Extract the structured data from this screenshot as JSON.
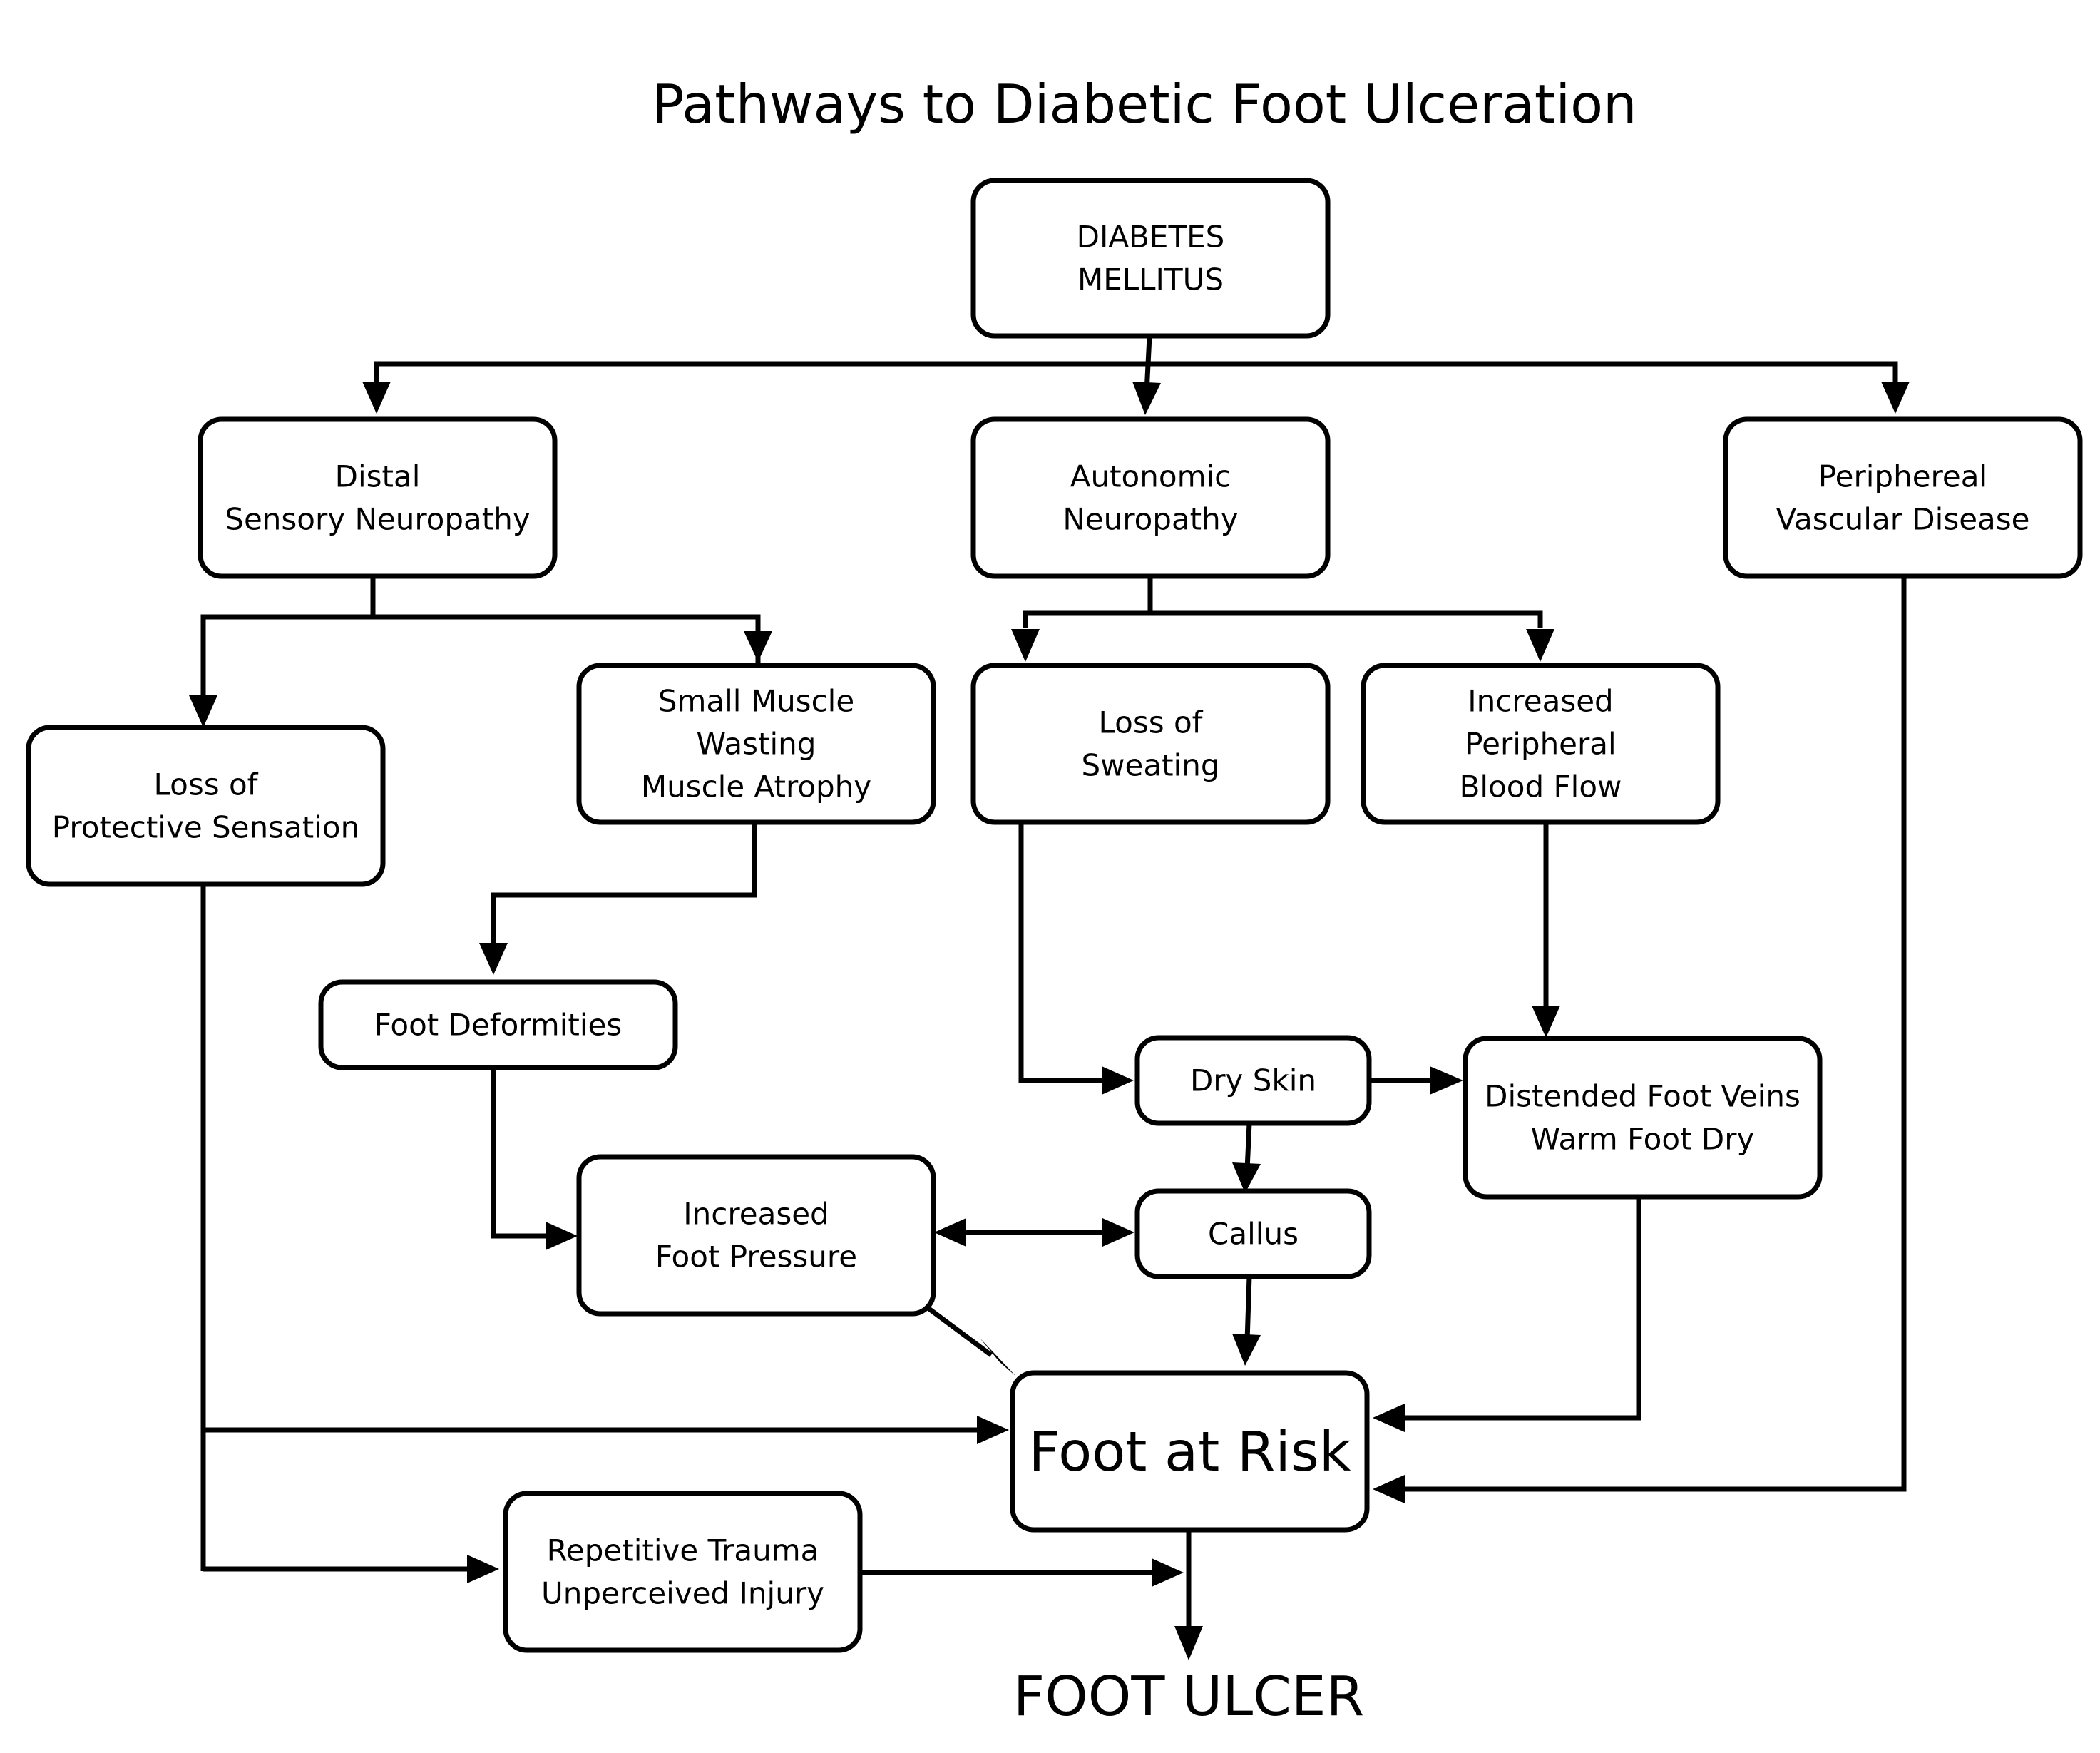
{
  "title": "Pathways to Diabetic Foot Ulceration",
  "nodes": {
    "diabetes": {
      "lines": [
        "DIABETES",
        "MELLITUS"
      ]
    },
    "distal": {
      "lines": [
        "Distal",
        "Sensory Neuropathy"
      ]
    },
    "autonomic": {
      "lines": [
        "Autonomic",
        "Neuropathy"
      ]
    },
    "vascular": {
      "lines": [
        "Periphereal",
        "Vascular Disease"
      ]
    },
    "loss_sensation": {
      "lines": [
        "Loss of",
        "Protective Sensation"
      ]
    },
    "muscle": {
      "lines": [
        "Small Muscle",
        "Wasting",
        "Muscle Atrophy"
      ]
    },
    "sweating": {
      "lines": [
        "Loss of",
        "Sweating"
      ]
    },
    "blood_flow": {
      "lines": [
        "Increased",
        "Peripheral",
        "Blood Flow"
      ]
    },
    "deformities": {
      "lines": [
        "Foot Deformities"
      ]
    },
    "dry_skin": {
      "lines": [
        "Dry Skin"
      ]
    },
    "distended": {
      "lines": [
        "Distended Foot Veins",
        "Warm Foot Dry"
      ]
    },
    "pressure": {
      "lines": [
        "Increased",
        "Foot Pressure"
      ]
    },
    "callus": {
      "lines": [
        "Callus"
      ]
    },
    "at_risk": {
      "lines": [
        "Foot at Risk"
      ]
    },
    "trauma": {
      "lines": [
        "Repetitive Trauma",
        "Unperceived Injury"
      ]
    }
  },
  "outcome": "FOOT ULCER"
}
